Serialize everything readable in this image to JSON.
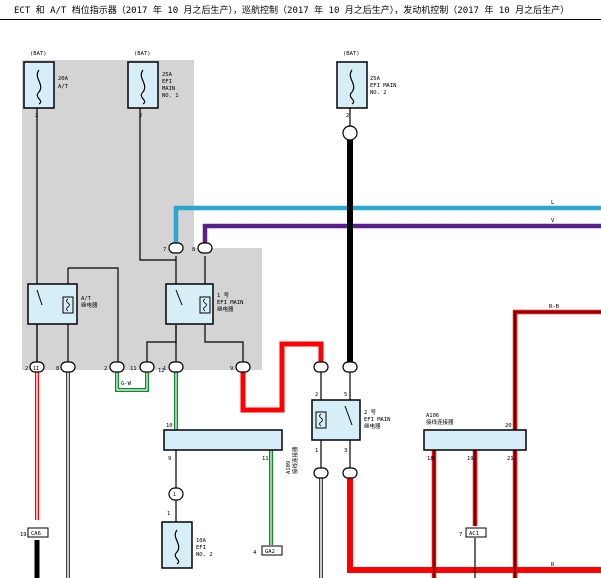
{
  "header": {
    "title": "ECT 和 A/T 档位指示器（2017 年 10 月之后生产），巡航控制（2017 年 10 月之后生产），发动机控制（2017 年 10 月之后生产）"
  },
  "fuses": [
    {
      "id": "f1",
      "source": "(BAT)",
      "label": [
        "20A",
        "A/T"
      ],
      "pin": "2"
    },
    {
      "id": "f2",
      "source": "(BAT)",
      "label": [
        "25A",
        "EFI",
        "MAIN",
        "NO. 1"
      ],
      "pin": "2"
    },
    {
      "id": "f3",
      "source": "(BAT)",
      "label": [
        "25A",
        "EFI MAIN",
        "NO. 2"
      ],
      "pin": "2"
    },
    {
      "id": "f4",
      "source": "",
      "label": [
        "10A",
        "EFI",
        "NO. 2"
      ],
      "pin": "1"
    }
  ],
  "relays": [
    {
      "id": "r1",
      "label": [
        "A/T",
        "继电器"
      ]
    },
    {
      "id": "r2",
      "label": [
        "1 号",
        "EFI MAIN",
        "继电器"
      ]
    },
    {
      "id": "r3",
      "label": [
        "2 号",
        "EFI MAIN",
        "继电器"
      ]
    }
  ],
  "connectors": [
    {
      "id": "c1",
      "code": "A109",
      "name": "接线连接器"
    },
    {
      "id": "c2",
      "code": "A106",
      "name": "接线连接器"
    }
  ],
  "jb_pins": [
    "2",
    "8",
    "2",
    "11",
    "12",
    "1",
    "9",
    "7",
    "8"
  ],
  "jb_code": "1I",
  "wire_tags": [
    "L",
    "V",
    "R-B",
    "R",
    "G-W"
  ],
  "ground_tags": [
    "CA6",
    "GA2",
    "AC1"
  ],
  "pin_numbers": [
    "1",
    "2",
    "3",
    "5",
    "10",
    "18",
    "19",
    "20",
    "21",
    "11",
    "9",
    "19",
    "1",
    "4",
    "7"
  ],
  "colors": {
    "blue": "#2aa7d0",
    "violet": "#5b1f8a",
    "red": "#ff0000",
    "green": "#0a8a2a",
    "black": "#000000",
    "gray": "#d4d4d4",
    "box": "#d6eef7"
  }
}
